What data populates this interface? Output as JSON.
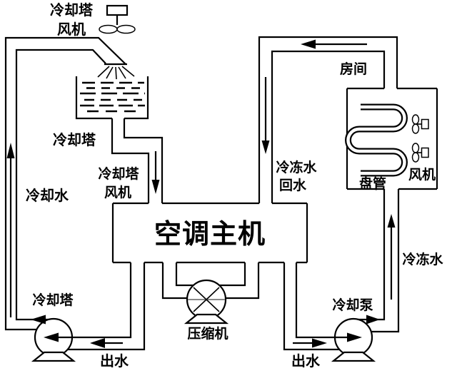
{
  "diagram": {
    "description_type": "central-air-conditioning-water-system-diagram",
    "colors": {
      "line": "#000000",
      "background": "#ffffff",
      "pipe_accent_gray": "#888888"
    },
    "labels": {
      "tower_fan_top": {
        "line1": "冷却塔",
        "line2": "风机"
      },
      "cooling_tower": "冷却塔",
      "cooling_water": "冷却水",
      "tower_fan_mid": {
        "line1": "冷却塔",
        "line2": "风机"
      },
      "main_unit": "空调主机",
      "room": "房间",
      "chilled_return": {
        "line1": "冷冻水",
        "line2": "回水"
      },
      "coil": "盘管",
      "fcu_fan": "风机",
      "chilled_water": "冷冻水",
      "compressor": "压缩机",
      "left_pump": "冷却塔",
      "right_pump": "冷却泵",
      "outlet_left": "出水",
      "outlet_right": "出水"
    }
  }
}
